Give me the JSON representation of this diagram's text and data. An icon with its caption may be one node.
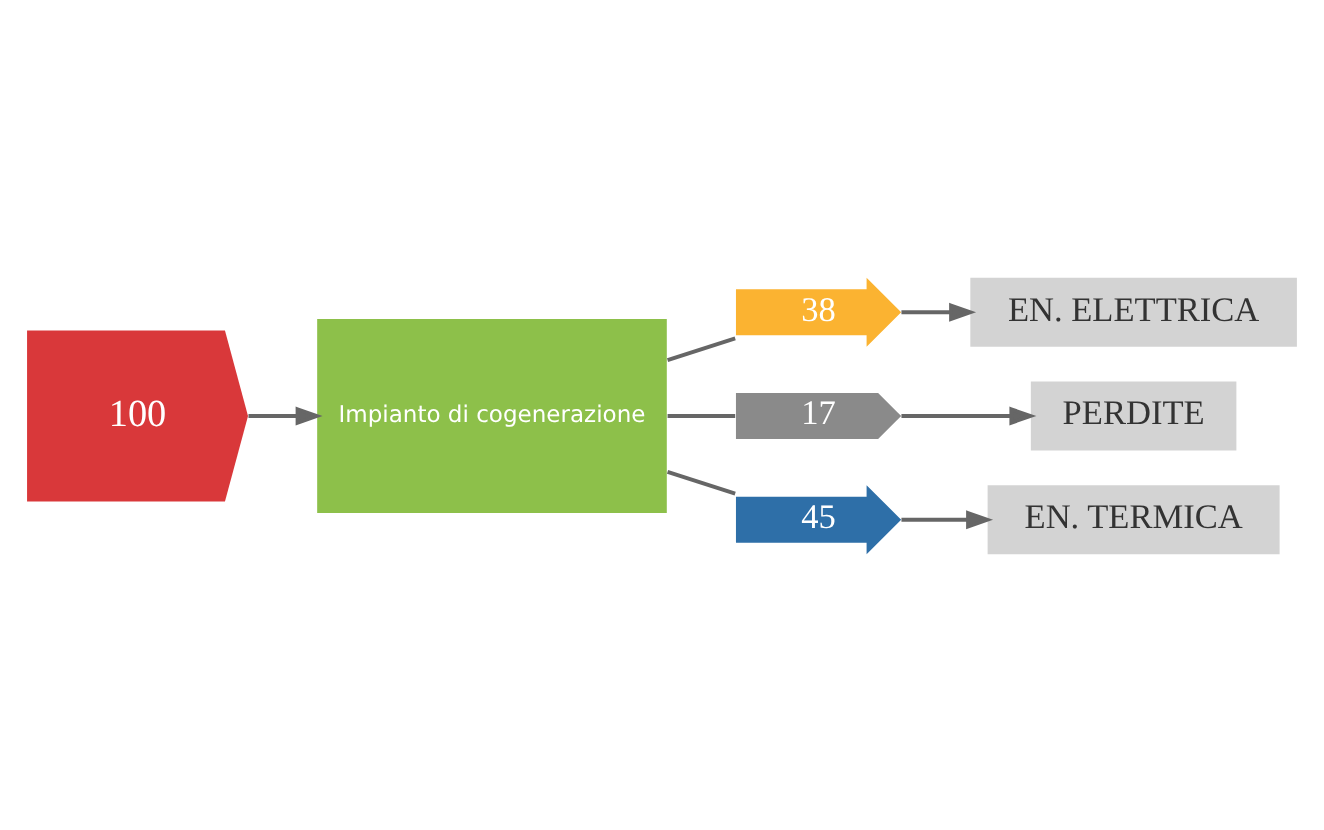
{
  "diagram": {
    "nodes": [
      {
        "text": [
          "100"
        ]
      },
      {
        "text": [
          "Impianto di cogenerazione"
        ]
      },
      {
        "text": [
          "38"
        ]
      },
      {
        "text": [
          "17"
        ]
      },
      {
        "text": [
          "45"
        ]
      },
      {
        "text": [
          "EN. ELETTRICA"
        ]
      },
      {
        "text": [
          "PERDITE"
        ]
      },
      {
        "text": [
          "EN. TERMICA"
        ]
      }
    ],
    "edges": [
      {
        "from": 0,
        "to": 1,
        "arrow": "to"
      },
      {
        "from": 1,
        "to": 2,
        "arrow": "none"
      },
      {
        "from": 1,
        "to": 3,
        "arrow": "none"
      },
      {
        "from": 1,
        "to": 4,
        "arrow": "none"
      },
      {
        "from": 2,
        "to": 5,
        "arrow": "to"
      },
      {
        "from": 3,
        "to": 6,
        "arrow": "to"
      },
      {
        "from": 4,
        "to": 7,
        "arrow": "to"
      }
    ]
  }
}
